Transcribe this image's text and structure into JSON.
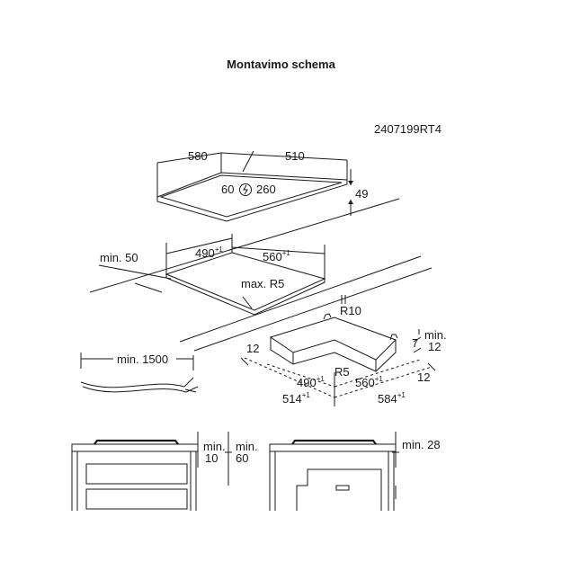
{
  "title": "Montavimo schema",
  "code": "2407199RT4",
  "hob": {
    "width": "580",
    "depth": "510",
    "height": "49",
    "conn_a": "60",
    "conn_b": "260"
  },
  "cutout": {
    "width": "490",
    "width_tol": "+1",
    "depth": "560",
    "depth_tol": "+1",
    "radius": "max. R5",
    "margin": "min. 50"
  },
  "frame": {
    "r_top": "R10",
    "r_inner": "R5",
    "min_label": "min.",
    "min_val": "12",
    "step": "7",
    "side_a": "12",
    "side_b": "12",
    "inner_w": "490",
    "inner_w_tol": "+1",
    "inner_d": "560",
    "inner_d_tol": "+1",
    "outer_w": "514",
    "outer_w_tol": "+1",
    "outer_d": "584",
    "outer_d_tol": "+1"
  },
  "cable": {
    "length": "min. 1500"
  },
  "section_left": {
    "label_a": "min.",
    "val_a": "10",
    "label_b": "min.",
    "val_b": "60"
  },
  "section_right": {
    "label": "min. 28"
  }
}
